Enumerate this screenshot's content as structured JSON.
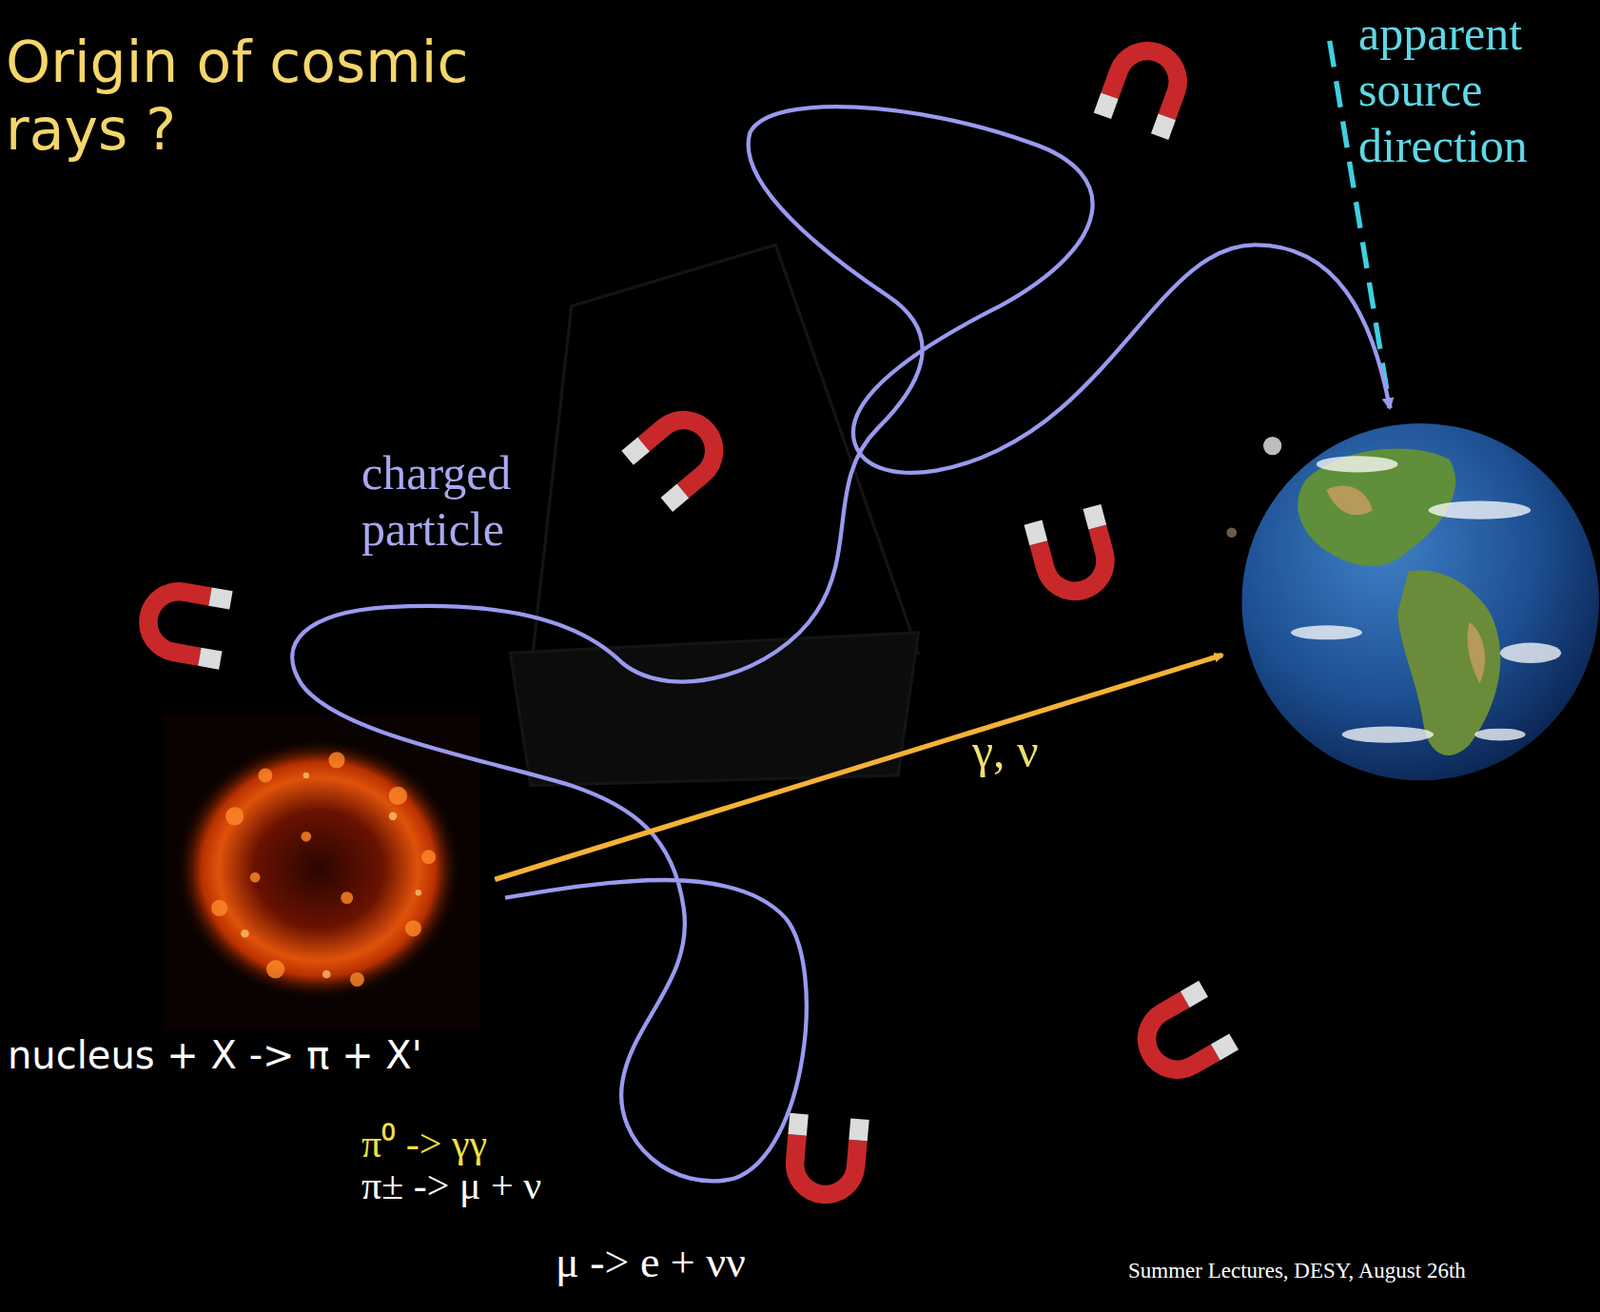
{
  "diagram": {
    "title": "Origin of cosmic rays ?",
    "labels": [
      "apparent source direction",
      "charged particle",
      "γ, ν",
      "nucleus + X -> π + X'",
      "π⁰ -> γγ",
      "π± -> μ + ν",
      "μ -> e + νν",
      "Summer Lectures, DESY, August 26th"
    ]
  }
}
